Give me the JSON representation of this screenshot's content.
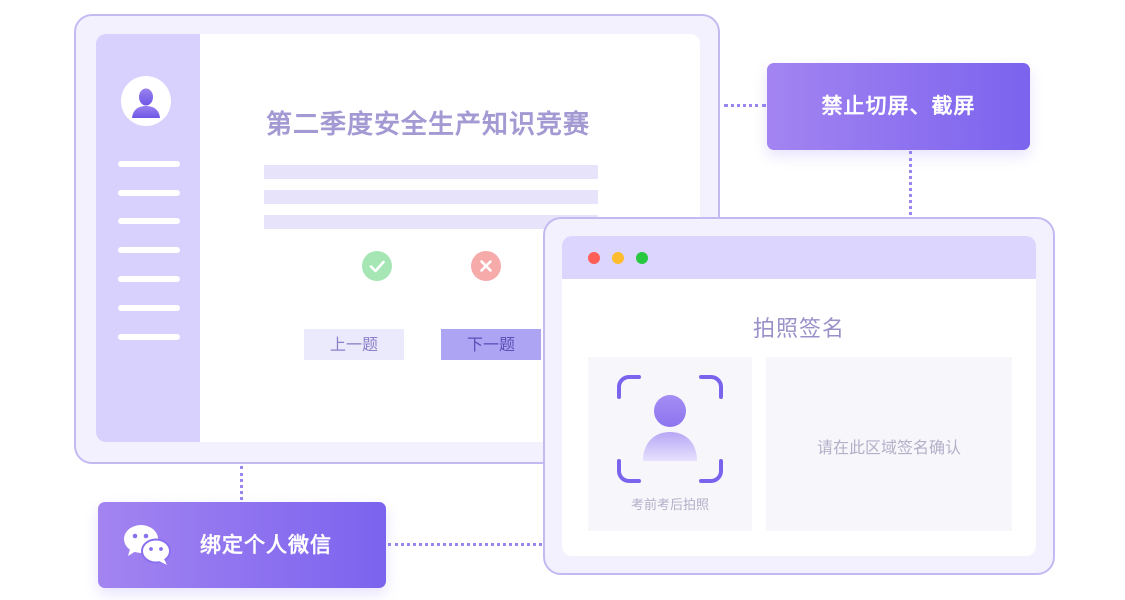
{
  "exam_window": {
    "title": "第二季度安全生产知识竞赛",
    "prev_button": "上一题",
    "next_button": "下一题",
    "correct_icon": "check-icon",
    "wrong_icon": "close-icon",
    "sidebar_icon": "user-avatar-icon",
    "colors": {
      "correct": "#a6e6b5",
      "wrong": "#f7aaaa",
      "sidebar": "#d9d1fd",
      "accent": "#7b63ee"
    }
  },
  "banners": {
    "screen_lock": "禁止切屏、截屏",
    "wechat_bind": "绑定个人微信",
    "wechat_icon": "wechat-icon"
  },
  "sign_window": {
    "title": "拍照签名",
    "photo_caption": "考前考后拍照",
    "signature_prompt": "请在此区域签名确认",
    "window_controls": [
      "close",
      "minimize",
      "maximize"
    ],
    "control_colors": [
      "#ff5f57",
      "#febc2e",
      "#28c840"
    ],
    "photo_icon": "face-scan-icon"
  }
}
